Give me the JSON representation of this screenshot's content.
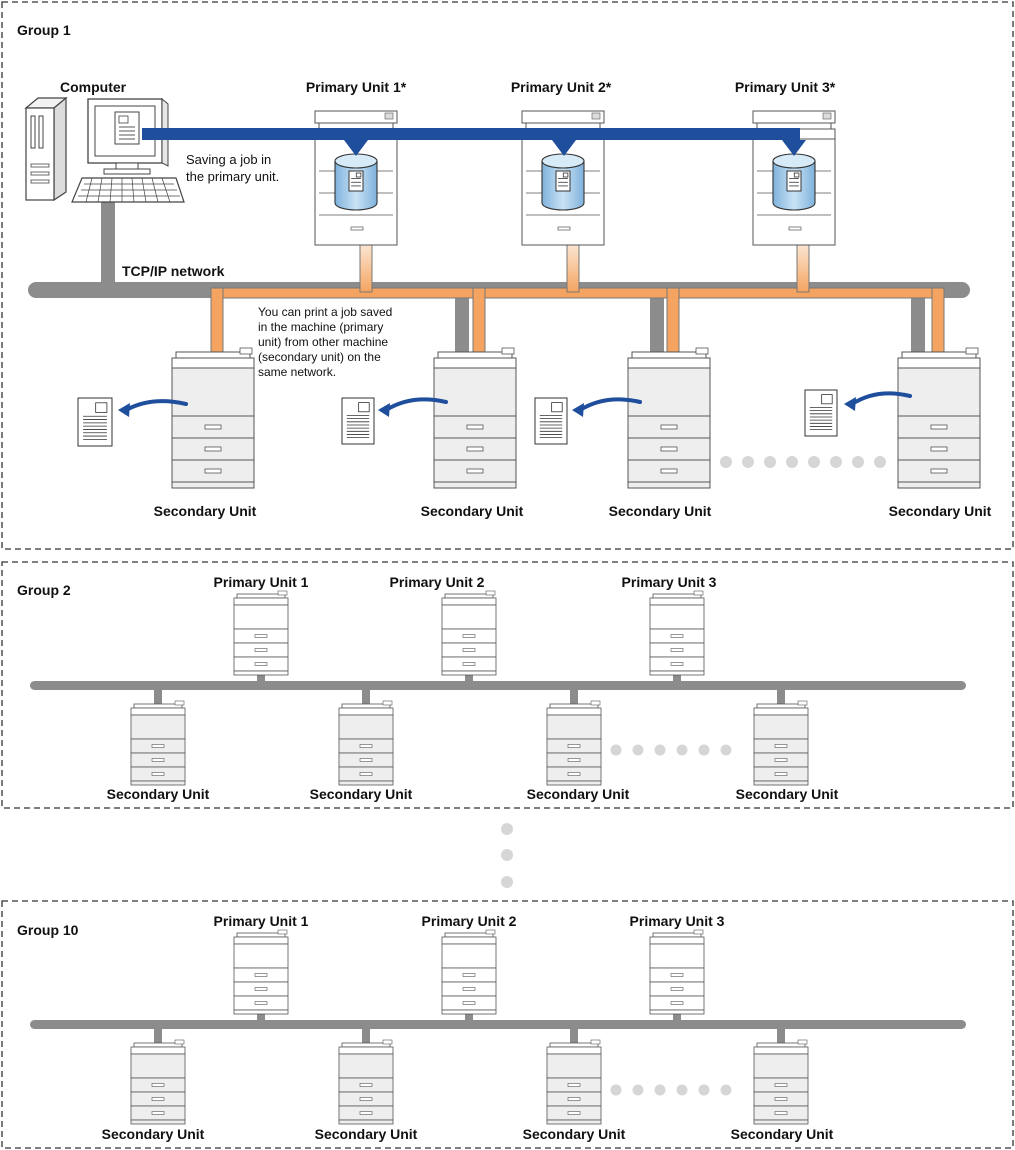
{
  "groups": [
    {
      "title": "Group 1",
      "computer_label": "Computer",
      "network_label": "TCP/IP network",
      "save_note": [
        "Saving a job in",
        "the primary unit."
      ],
      "print_note": [
        "You can print a job saved",
        "in the machine (primary",
        "unit) from other machine",
        "(secondary unit) on the",
        "same network."
      ],
      "primary": [
        "Primary Unit 1*",
        "Primary Unit 2*",
        "Primary Unit 3*"
      ],
      "secondary": [
        "Secondary Unit",
        "Secondary Unit",
        "Secondary Unit",
        "Secondary Unit"
      ]
    },
    {
      "title": "Group 2",
      "primary": [
        "Primary Unit 1",
        "Primary Unit 2",
        "Primary Unit 3"
      ],
      "secondary": [
        "Secondary Unit",
        "Secondary Unit",
        "Secondary Unit",
        "Secondary Unit"
      ]
    },
    {
      "title": "Group 10",
      "primary": [
        "Primary Unit 1",
        "Primary Unit 2",
        "Primary Unit 3"
      ],
      "secondary": [
        "Secondary Unit",
        "Secondary Unit",
        "Secondary Unit",
        "Secondary Unit"
      ]
    }
  ],
  "colors": {
    "network": "#8c8c8c",
    "job_arrow": "#1f4e9c",
    "print_path": "#f4a460",
    "storage": "#a9cdea",
    "ellipsis_dots": "#d6d6d6"
  }
}
